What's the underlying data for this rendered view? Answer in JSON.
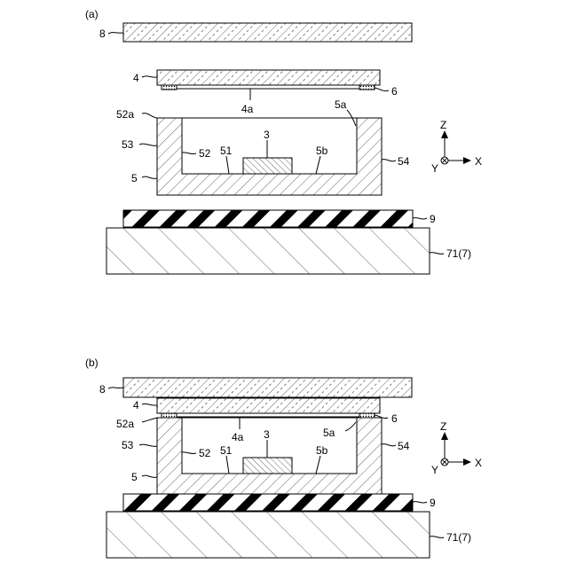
{
  "panels": [
    {
      "tag": "(a)",
      "labels": {
        "cover": "8",
        "lid": "4",
        "lid_face": "4a",
        "seal": "6",
        "rim": "52a",
        "wall_face": "5a",
        "left_wall": "53",
        "inner_face": "52",
        "floor_face": "51",
        "chip": "3",
        "floor_inner": "5b",
        "right_wall": "54",
        "package": "5",
        "sheet": "9",
        "stage": "71(7)"
      },
      "axes": {
        "z": "Z",
        "x": "X",
        "y": "Y"
      }
    },
    {
      "tag": "(b)",
      "labels": {
        "cover": "8",
        "lid": "4",
        "lid_face": "4a",
        "seal": "6",
        "rim": "52a",
        "wall_face": "5a",
        "left_wall": "53",
        "inner_face": "52",
        "floor_face": "51",
        "chip": "3",
        "floor_inner": "5b",
        "right_wall": "54",
        "package": "5",
        "sheet": "9",
        "stage": "71(7)"
      },
      "axes": {
        "z": "Z",
        "x": "X",
        "y": "Y"
      }
    }
  ]
}
